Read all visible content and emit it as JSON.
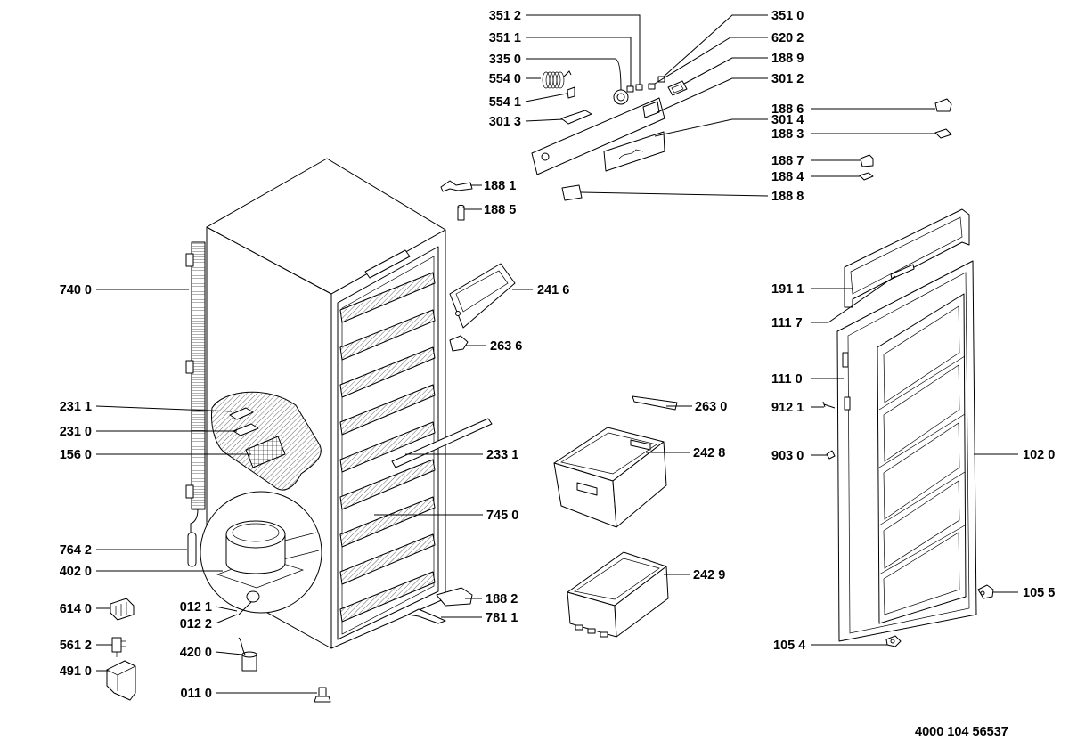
{
  "diagram": {
    "callouts": [
      "351 2",
      "351 1",
      "335 0",
      "554 0",
      "554 1",
      "301 3",
      "188 1",
      "188 5",
      "351 0",
      "620 2",
      "188 9",
      "301 2",
      "188 6",
      "301 4",
      "188 3",
      "188 7",
      "188 4",
      "188 8",
      "740 0",
      "241 6",
      "263 6",
      "231 1",
      "231 0",
      "156 0",
      "233 1",
      "745 0",
      "764 2",
      "402 0",
      "614 0",
      "012 1",
      "012 2",
      "561 2",
      "420 0",
      "491 0",
      "011 0",
      "263 0",
      "242 8",
      "242 9",
      "188 2",
      "781 1",
      "191 1",
      "111 7",
      "111 0",
      "912 1",
      "903 0",
      "102 0",
      "105 5",
      "105 4"
    ]
  },
  "footer": {
    "document_number": "4000 104 56537"
  },
  "colors": {
    "ink": "#000000",
    "paper": "#ffffff"
  },
  "icons": {
    "style": "line-art exploded view"
  }
}
